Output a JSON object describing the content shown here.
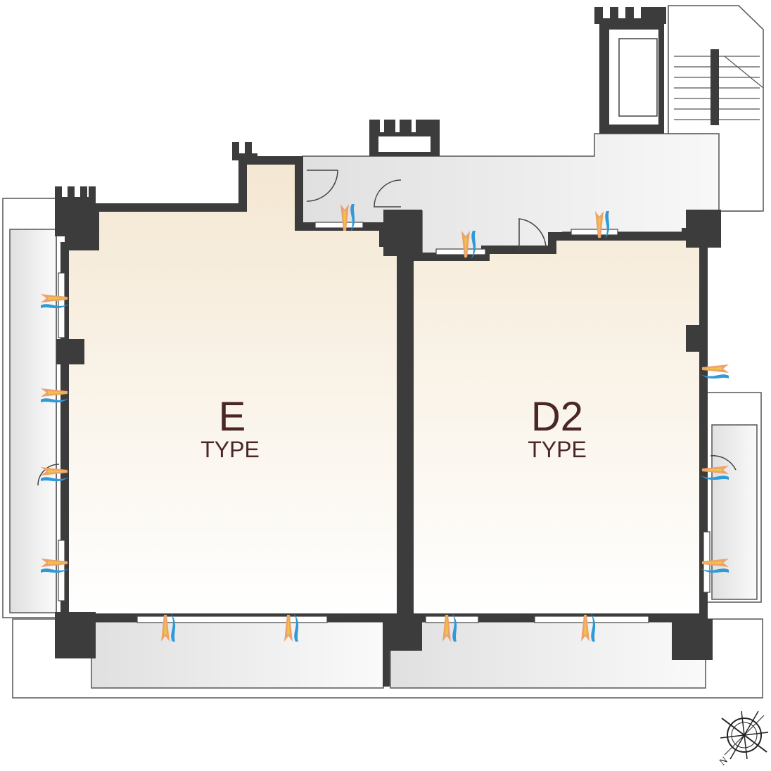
{
  "units": [
    {
      "name": "E",
      "type_label": "TYPE"
    },
    {
      "name": "D2",
      "type_label": "TYPE"
    }
  ],
  "compass": {
    "north_label": "N"
  },
  "colors": {
    "wall": "#3c3c3c",
    "room_fill": "#f5e9d6",
    "corridor_fill": "#e6e6e6",
    "text": "#4a2626",
    "airflow_warm": "#eea26a",
    "airflow_yellow": "#f0c24a",
    "airflow_cool": "#2f9ad8"
  }
}
